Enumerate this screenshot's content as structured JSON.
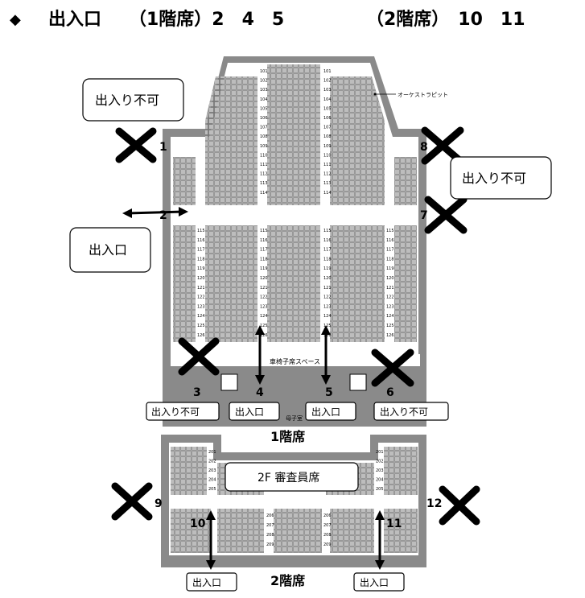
{
  "header": {
    "bullet": "◆",
    "title": "出入口",
    "floor1": "（1階席）2　4　5",
    "floor2": "（2階席）　10　11"
  },
  "labels": {
    "no_entry": "出入り不可",
    "entrance": "出入口",
    "orchestra_pit": "オーケストラピット",
    "wheelchair": "車椅子席スペース",
    "nursery": "母子室",
    "judges": "2F 審査員席",
    "floor1_name": "1階席",
    "floor2_name": "2階席"
  },
  "doors": [
    "1",
    "2",
    "3",
    "4",
    "5",
    "6",
    "7",
    "8",
    "9",
    "10",
    "11",
    "12"
  ],
  "rows_front": [
    "101",
    "102",
    "103",
    "104",
    "105",
    "106",
    "107",
    "108",
    "109",
    "110",
    "111",
    "112",
    "113",
    "114"
  ],
  "rows_back": [
    "115",
    "116",
    "117",
    "118",
    "119",
    "120",
    "121",
    "122",
    "123",
    "124",
    "125",
    "126"
  ],
  "rows_2f_top": [
    "201",
    "202",
    "203",
    "204",
    "205"
  ],
  "rows_2f_bottom": [
    "206",
    "207",
    "208",
    "209"
  ],
  "colors": {
    "seat": "#bdbdbd",
    "wall": "#808080",
    "line": "#000000"
  }
}
